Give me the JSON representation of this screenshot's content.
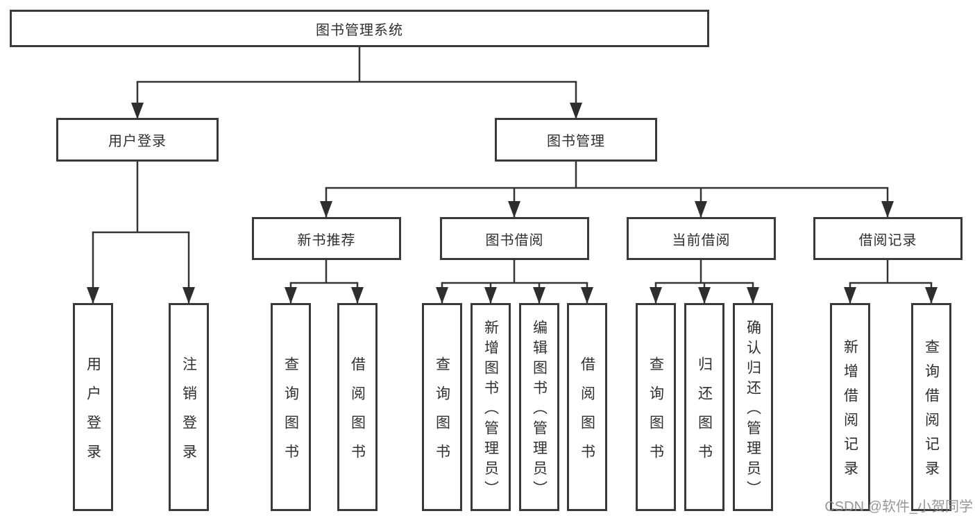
{
  "diagram": {
    "title": "图书管理系统",
    "type": "hierarchy"
  },
  "colors": {
    "line": "#343434",
    "box_border": "#3a3a3a",
    "text": "#2f2f2f",
    "watermark": "#8c8c8c",
    "background": "#ffffff"
  },
  "tree": {
    "label": "图书管理系统",
    "children": [
      {
        "label": "用户登录",
        "children": [
          {
            "label": "用户登录"
          },
          {
            "label": "注销登录"
          }
        ]
      },
      {
        "label": "图书管理",
        "children": [
          {
            "label": "新书推荐",
            "children": [
              {
                "label": "查询图书"
              },
              {
                "label": "借阅图书"
              }
            ]
          },
          {
            "label": "图书借阅",
            "children": [
              {
                "label": "查询图书"
              },
              {
                "label": "新增图书（管理员）"
              },
              {
                "label": "编辑图书（管理员）"
              },
              {
                "label": "借阅图书"
              }
            ]
          },
          {
            "label": "当前借阅",
            "children": [
              {
                "label": "查询图书"
              },
              {
                "label": "归还图书"
              },
              {
                "label": "确认归还（管理员）"
              }
            ]
          },
          {
            "label": "借阅记录",
            "children": [
              {
                "label": "新增借阅记录"
              },
              {
                "label": "查询借阅记录"
              }
            ]
          }
        ]
      }
    ]
  },
  "watermark": {
    "text": "CSDN @软件_小贺同学"
  }
}
